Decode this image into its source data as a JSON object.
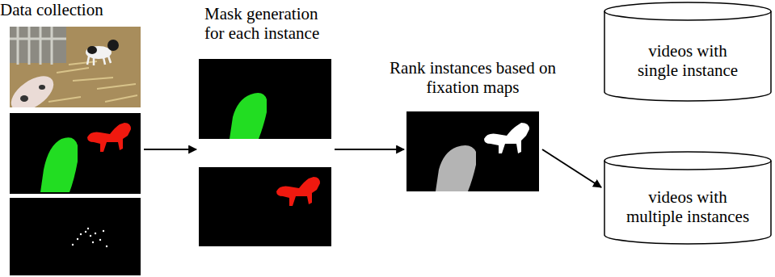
{
  "diagram": {
    "nodes": [
      {
        "text": [
          "Data collection"
        ]
      },
      {
        "text": [
          "Mask generation for each instance"
        ]
      },
      {
        "text": [
          "Rank instances based on fixation maps"
        ]
      },
      {
        "text": [
          "videos with single instance"
        ]
      },
      {
        "text": [
          "videos with multiple instances"
        ]
      }
    ],
    "edges": [
      {
        "from": 0,
        "to": 1,
        "arrow": "to"
      },
      {
        "from": 1,
        "to": 2,
        "arrow": "to"
      },
      {
        "from": 2,
        "to": 4,
        "arrow": "to"
      }
    ]
  }
}
